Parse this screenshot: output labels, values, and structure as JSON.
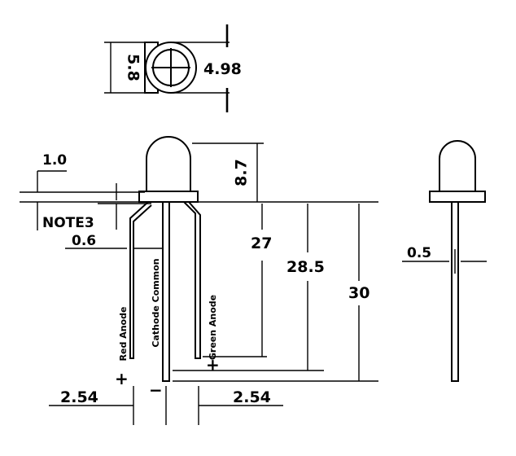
{
  "top_view": {
    "dim_height": "5.8",
    "dim_width": "4.98"
  },
  "front_view": {
    "dim_flange": "1.0",
    "note": "NOTE3",
    "dim_lead_width": "0.6",
    "dim_lens_height": "8.7",
    "dim_lead_27": "27",
    "dim_lead_28_5": "28.5",
    "dim_lead_30": "30",
    "dim_pitch_left": "2.54",
    "dim_pitch_right": "2.54",
    "lead_label_red": "Red Anode",
    "lead_label_common": "Cathode Common",
    "lead_label_green": "Green Anode",
    "sign_red": "+",
    "sign_common": "−",
    "sign_green": "+"
  },
  "side_view": {
    "dim_lead_thickness": "0.5"
  }
}
